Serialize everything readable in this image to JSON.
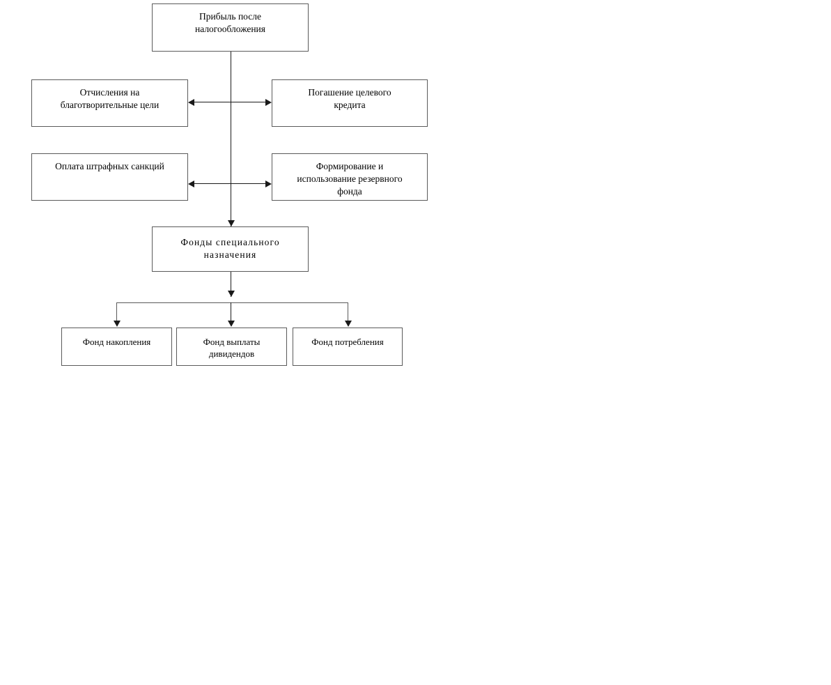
{
  "diagram": {
    "type": "flowchart",
    "language": "ru",
    "nodes": {
      "profit_after_tax": "Прибыль после\nналогообложения",
      "charity": "Отчисления на\nблаготворительные цели",
      "target_credit": "Погашение целевого\nкредита",
      "penalties": "Оплата штрафных санкций",
      "reserve_fund": "Формирование  и\nиспользование резервного\nфонда",
      "special_funds": "Фонды  специального\nназначения",
      "accumulation_fund": "Фонд накопления",
      "dividend_fund": "Фонд выплаты\nдивидендов",
      "consumption_fund": "Фонд потребления"
    },
    "colors": {
      "box_border": "#5a5a5a",
      "connector": "#1a1a1a",
      "background": "#ffffff",
      "text": "#000000"
    }
  }
}
